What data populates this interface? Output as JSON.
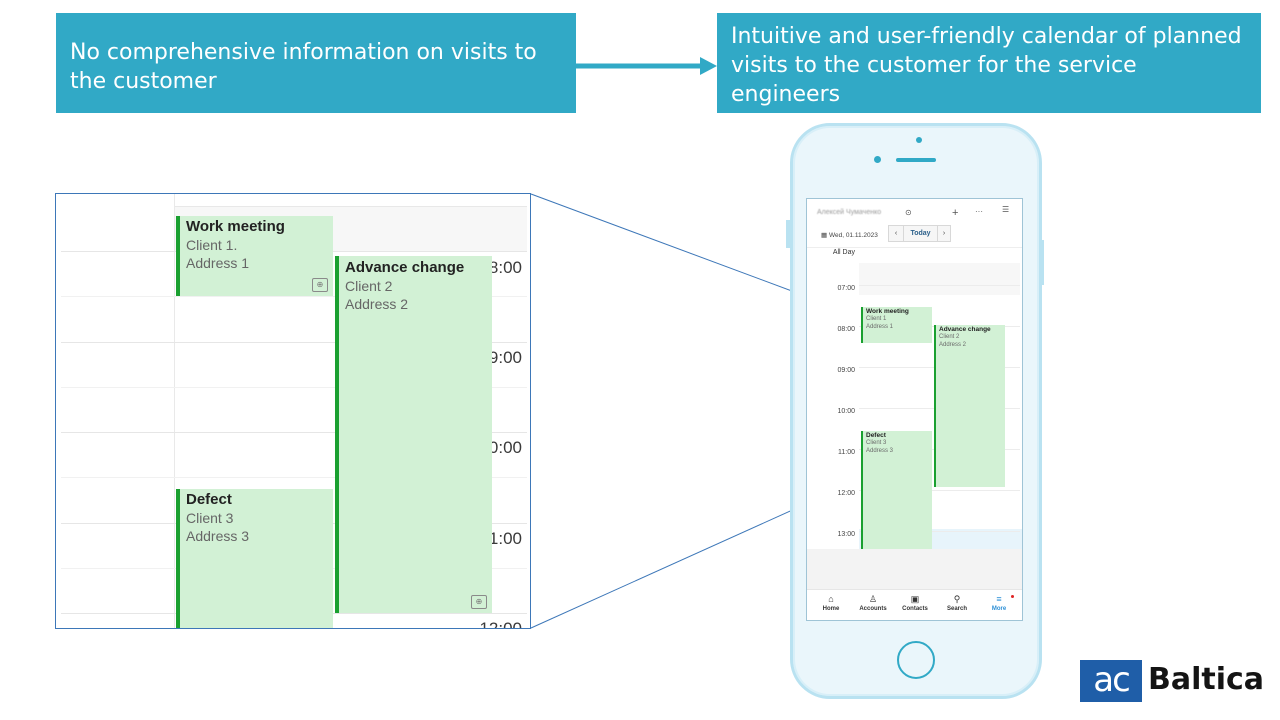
{
  "banners": {
    "problem": "No comprehensive information on visits to the customer",
    "solution": "Intuitive and user-friendly calendar of planned visits to the customer for the service engineers"
  },
  "zoom_calendar": {
    "times": [
      "08:00",
      "09:00",
      "10:00",
      "11:00",
      "12:00"
    ],
    "events": [
      {
        "title": "Work meeting",
        "client": "Client 1.",
        "address": "Address 1"
      },
      {
        "title": "Advance change",
        "client": "Client 2",
        "address": "Address 2"
      },
      {
        "title": "Defect",
        "client": "Client 3",
        "address": "Address 3"
      }
    ]
  },
  "phone": {
    "header": {
      "user_name": "Алексей Чумаченко",
      "date": "Wed, 01.11.2023",
      "today_label": "Today",
      "all_day_label": "All Day"
    },
    "times": [
      "07:00",
      "08:00",
      "09:00",
      "10:00",
      "11:00",
      "12:00",
      "13:00"
    ],
    "events": [
      {
        "title": "Work meeting",
        "client": "Client 1",
        "address": "Address 1"
      },
      {
        "title": "Advance change",
        "client": "Client 2",
        "address": "Address 2"
      },
      {
        "title": "Defect",
        "client": "Client 3",
        "address": "Address 3"
      }
    ],
    "tabs": [
      {
        "label": "Home",
        "icon": "home-icon"
      },
      {
        "label": "Accounts",
        "icon": "user-icon"
      },
      {
        "label": "Contacts",
        "icon": "contact-card-icon"
      },
      {
        "label": "Search",
        "icon": "search-icon"
      },
      {
        "label": "More",
        "icon": "menu-icon"
      }
    ],
    "active_tab": "More"
  },
  "logo": {
    "mark": "ac",
    "name": "Baltica"
  },
  "colors": {
    "banner": "#31a9c6",
    "event_fill": "#d2f1d5",
    "event_border": "#1aa030",
    "logo_blue": "#1f5ea8"
  }
}
